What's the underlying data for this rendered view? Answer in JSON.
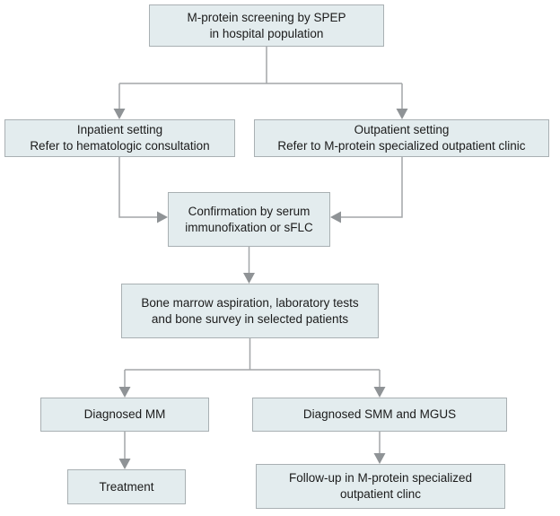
{
  "diagram": {
    "description": "Flowchart of M-protein screening and follow-up pathway",
    "colors": {
      "background": "#ffffff",
      "node_fill": "#e3ecee",
      "node_border": "#a9b0b3",
      "connector_line": "#a3a6a8",
      "arrowhead": "#8f9396",
      "text": "#1b1b1b"
    },
    "nodes": {
      "screening": {
        "label": "M-protein screening by SPEP\nin hospital population"
      },
      "inpatient": {
        "label": "Inpatient setting\nRefer to hematologic consultation"
      },
      "outpatient": {
        "label": "Outpatient setting\nRefer to M-protein specialized outpatient clinic"
      },
      "confirmation": {
        "label": "Confirmation by serum\nimmunofixation or sFLC"
      },
      "workup": {
        "label": "Bone marrow aspiration, laboratory tests\nand bone survey in selected patients"
      },
      "diagnosed_mm": {
        "label": "Diagnosed MM"
      },
      "diagnosed_smm_mgus": {
        "label": "Diagnosed SMM and MGUS"
      },
      "treatment": {
        "label": "Treatment"
      },
      "followup": {
        "label": "Follow-up in M-protein specialized\noutpatient clinc"
      }
    },
    "edges": [
      "screening -> inpatient",
      "screening -> outpatient",
      "inpatient -> confirmation",
      "outpatient -> confirmation",
      "confirmation -> workup",
      "workup -> diagnosed_mm",
      "workup -> diagnosed_smm_mgus",
      "diagnosed_mm -> treatment",
      "diagnosed_smm_mgus -> followup"
    ]
  }
}
